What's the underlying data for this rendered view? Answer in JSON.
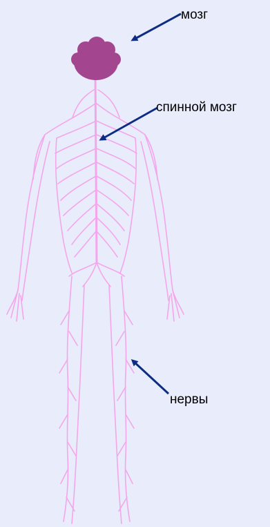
{
  "labels": {
    "brain": "мозг",
    "spinal_cord": "спинной мозг",
    "nerves": "нервы"
  },
  "colors": {
    "background": "#e8ecfb",
    "brain": "#a4458f",
    "nerves": "#f4a6ea",
    "arrows": "#0d2c82"
  }
}
